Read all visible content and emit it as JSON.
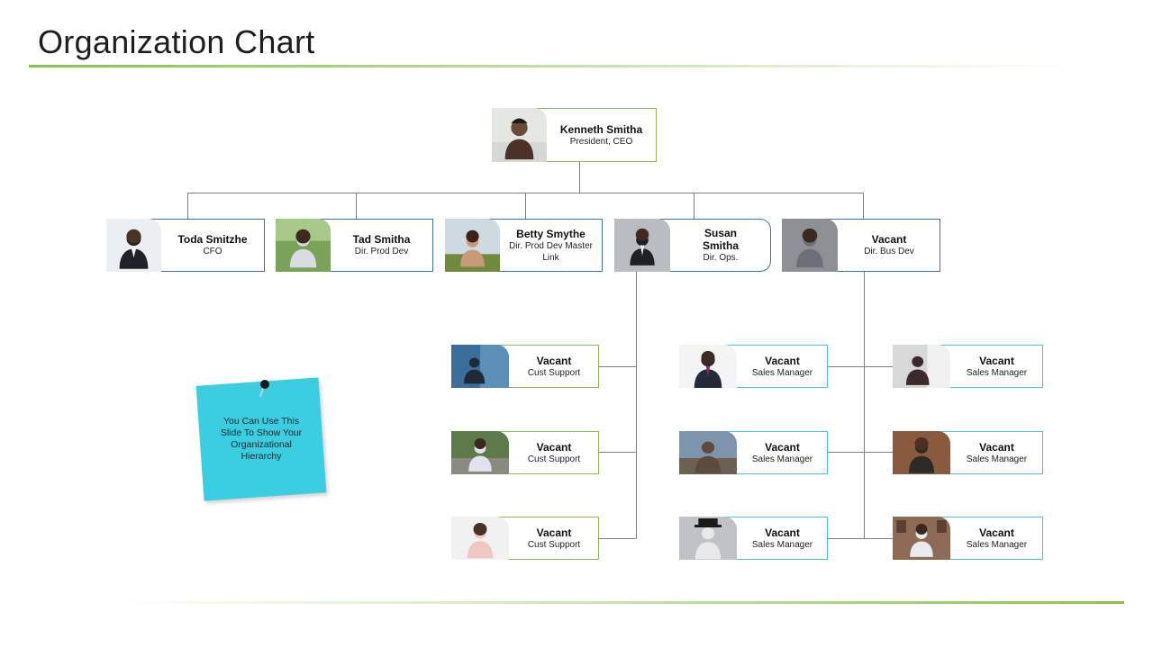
{
  "slide": {
    "title": "Organization Chart",
    "note": "You Can Use This Slide To Show Your Organizational Hierarchy"
  },
  "people": {
    "ceo": {
      "name": "Kenneth Smitha",
      "role": "President, CEO"
    },
    "cfo": {
      "name": "Toda Smitzhe",
      "role": "CFO"
    },
    "prod_dev": {
      "name": "Tad Smitha",
      "role": "Dir. Prod Dev"
    },
    "prod_dev_master": {
      "name": "Betty Smythe",
      "role": "Dir. Prod Dev Master Link"
    },
    "ops": {
      "name": "Susan Smitha",
      "role": "Dir. Ops."
    },
    "bus_dev": {
      "name": "Vacant",
      "role": "Dir. Bus Dev"
    },
    "cust_support_1": {
      "name": "Vacant",
      "role": "Cust Support"
    },
    "cust_support_2": {
      "name": "Vacant",
      "role": "Cust Support"
    },
    "cust_support_3": {
      "name": "Vacant",
      "role": "Cust Support"
    },
    "sales_a1": {
      "name": "Vacant",
      "role": "Sales Manager"
    },
    "sales_a2": {
      "name": "Vacant",
      "role": "Sales Manager"
    },
    "sales_a3": {
      "name": "Vacant",
      "role": "Sales Manager"
    },
    "sales_b1": {
      "name": "Vacant",
      "role": "Sales Manager"
    },
    "sales_b2": {
      "name": "Vacant",
      "role": "Sales Manager"
    },
    "sales_b3": {
      "name": "Vacant",
      "role": "Sales Manager"
    }
  },
  "colors": {
    "accent_green": "#8ab85a",
    "director_border": "#3d72a8",
    "sales_border": "#4cc2d6",
    "sticky_note": "#3bcde0",
    "connector": "#7f7f7f"
  },
  "icons": {
    "photo": "person-photo",
    "pin": "pushpin-icon"
  }
}
